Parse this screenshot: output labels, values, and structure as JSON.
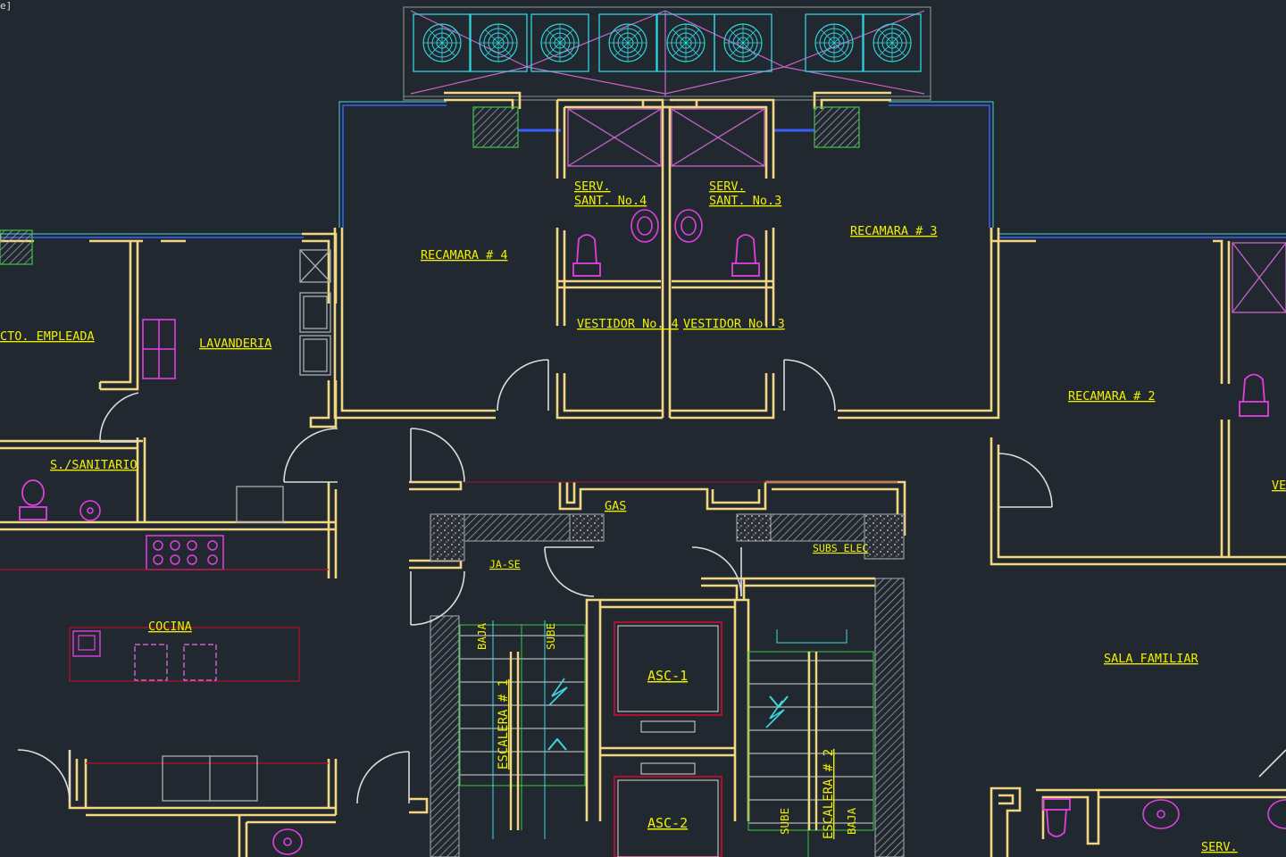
{
  "window": {
    "corner_tag": "e]"
  },
  "colors": {
    "background": "#212830",
    "wall": "#f2d780",
    "label": "#f0f000",
    "fixture": "#e040e0",
    "fan": "#2fd5dc",
    "grey": "#a9aeb3",
    "red": "#b01030",
    "green": "#3bc640",
    "cyan": "#3fd8e0",
    "blue": "#3a5dff",
    "magenta": "#c964c9"
  },
  "labels": {
    "serv_sant_4_a": "SERV.",
    "serv_sant_4_b": "SANT. No.4",
    "serv_sant_3_a": "SERV.",
    "serv_sant_3_b": "SANT. No.3",
    "recamara_4": "RECAMARA # 4",
    "recamara_3": "RECAMARA # 3",
    "recamara_2": "RECAMARA # 2",
    "cto_empleada": "CTO. EMPLEADA",
    "lavanderia": "LAVANDERIA",
    "vestidor_4": "VESTIDOR No. 4",
    "vestidor_3": "VESTIDOR No. 3",
    "s_sanitario": "S./SANITARIO",
    "gas": "GAS",
    "ducto_a": "JA-SE",
    "subs_elec": "SUBS ELEC",
    "cocina": "COCINA",
    "sala_familiar": "SALA FAMILIAR",
    "asc_1": "ASC-1",
    "asc_2": "ASC-2",
    "baja_1": "BAJA",
    "sube_1": "SUBE",
    "escalera_1": "ESCALERA # 1",
    "escalera_2": "ESCALERA # 2",
    "sube_2": "SUBE",
    "baja_2": "BAJA",
    "serv_right": "SERV.",
    "ve_right": "VE"
  }
}
